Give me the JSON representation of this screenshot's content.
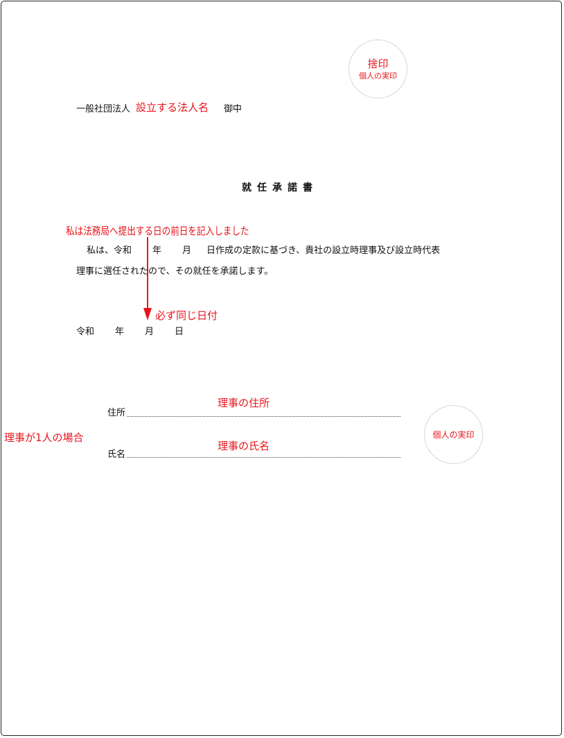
{
  "seal_top": {
    "main": "捨印",
    "sub": "個人の実印"
  },
  "addressee": {
    "prefix": "一般社団法人",
    "name": "設立する法人名",
    "suffix": "御中"
  },
  "title": [
    "就",
    "任",
    "承",
    "諾",
    "書"
  ],
  "annotation_top": "私は法務局へ提出する日の前日を記入しました",
  "body": {
    "l1_a": "私は、令和",
    "l1_b": "年",
    "l1_c": "月",
    "l1_d": "日作成の定款に基づき、貴社の設立時理事及び設立時代表",
    "l2": "理事に選任されたので、その就任を承諾します。"
  },
  "annotation_same_date": "必ず同じ日付",
  "date_line": {
    "era": "令和",
    "year": "年",
    "month": "月",
    "day": "日"
  },
  "signature": {
    "address_label": "住所",
    "address_value": "理事の住所",
    "name_label": "氏名",
    "name_value": "理事の氏名",
    "note": "理事が1人の場合"
  },
  "seal_bottom": {
    "sub": "個人の実印"
  },
  "colors": {
    "annotation": "#e8141b",
    "text": "#111111",
    "border": "#222222"
  }
}
